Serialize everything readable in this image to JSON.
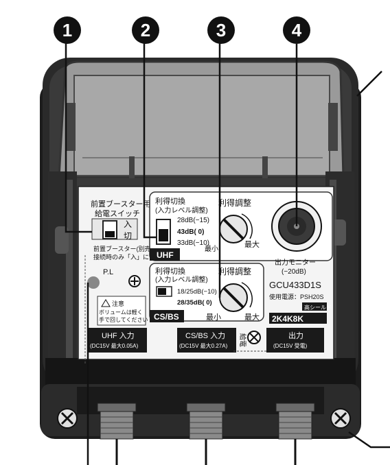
{
  "markers": [
    "1",
    "2",
    "3",
    "4"
  ],
  "switch_feed": {
    "title_line1": "前置ブースター用",
    "title_line2": "給電スイッチ",
    "on": "入",
    "off": "切",
    "note_line1": "前置ブースター(別売)",
    "note_line2": "接続時のみ「入」にす"
  },
  "uhf_gain": {
    "title_line1": "利得切換",
    "title_line2": "(入力レベル調整)",
    "opt1": "28dB(−15)",
    "opt2": "43dB(   0)",
    "opt3": "33dB(−10)",
    "band": "UHF"
  },
  "uhf_adjust": {
    "title": "利得調整",
    "min": "最小",
    "max": "最大"
  },
  "csbs_gain": {
    "title_line1": "利得切換",
    "title_line2": "(入力レベル調整)",
    "opt1": "18/25dB(−10)",
    "opt2": "28/35dB(   0)",
    "band": "CS/BS"
  },
  "csbs_adjust": {
    "title": "利得調整",
    "min": "最小",
    "max": "最大"
  },
  "monitor": {
    "label_line1": "出力モニター",
    "label_line2": "(−20dB)"
  },
  "model": {
    "name": "GCU433D1S",
    "power": "使用電源：PSH20S",
    "shield": "高シールド",
    "badge": "2K4K8K"
  },
  "pl": "P.L",
  "caution": {
    "line1": "注意",
    "line2": "ボリュームは軽く",
    "line3": "手で回してください"
  },
  "uhf_input": {
    "title": "UHF 入力",
    "spec": "(DC15V 最大0.05A)"
  },
  "csbs_input": {
    "title": "CS/BS 入力",
    "spec": "(DC15V 最大0.27A)"
  },
  "feed_label": "給電",
  "output": {
    "title": "出力",
    "spec": "(DC15V 受電)"
  }
}
